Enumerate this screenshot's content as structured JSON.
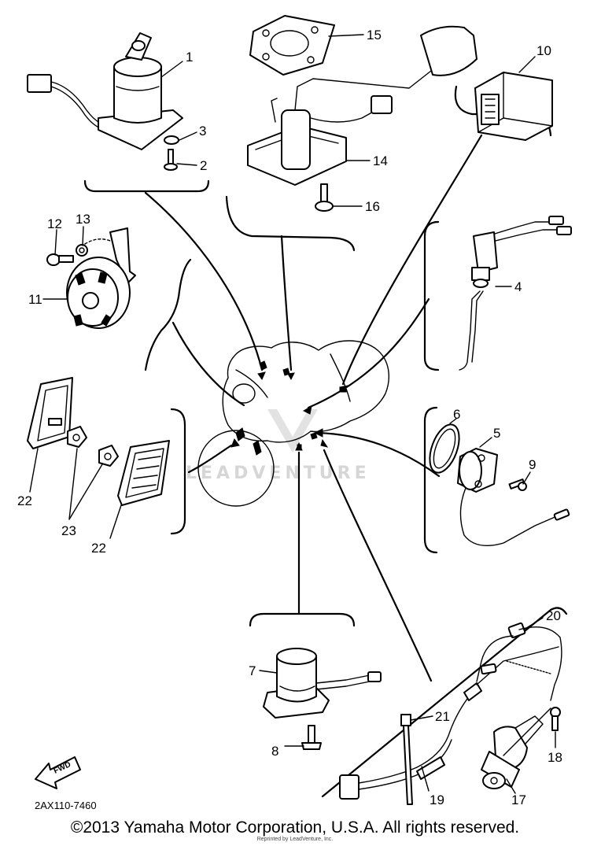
{
  "diagram_code": "2AX110-7460",
  "copyright": "©2013 Yamaha Motor Corporation, U.S.A. All rights reserved.",
  "reprint": "Reprinted by LeadVenture, Inc.",
  "watermark": "LEADVENTURE",
  "fwd_label": "FWD",
  "callouts": {
    "p1": "1",
    "p2": "2",
    "p3": "3",
    "p4": "4",
    "p5": "5",
    "p6": "6",
    "p7": "7",
    "p8": "8",
    "p9": "9",
    "p10": "10",
    "p11": "11",
    "p12": "12",
    "p13": "13",
    "p14": "14",
    "p15": "15",
    "p16": "16",
    "p17": "17",
    "p18": "18",
    "p19": "19",
    "p20": "20",
    "p21": "21",
    "p22a": "22",
    "p22b": "22",
    "p23": "23"
  }
}
